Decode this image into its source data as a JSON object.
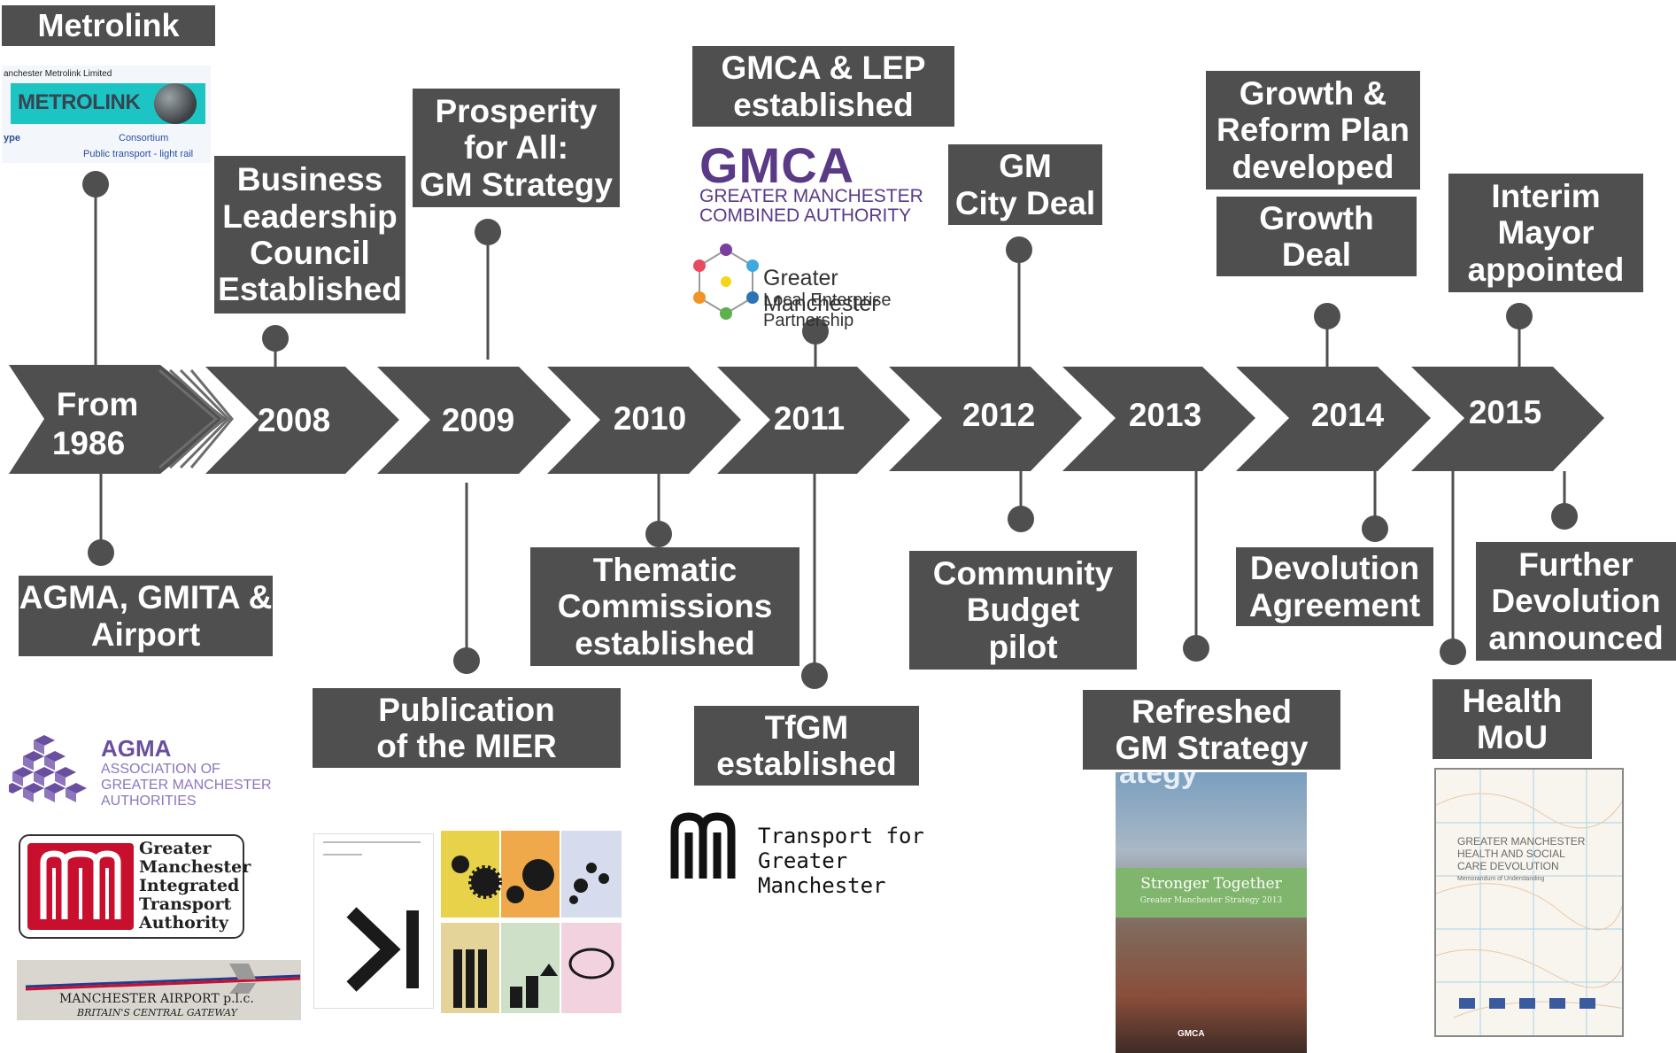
{
  "timeline": {
    "start": [
      "From",
      "1986"
    ],
    "years": [
      "2008",
      "2009",
      "2010",
      "2011",
      "2012",
      "2013",
      "2014",
      "2015"
    ]
  },
  "events_above": {
    "metrolink": "Metrolink",
    "business_leadership": [
      "Business",
      "Leadership",
      "Council",
      "Established"
    ],
    "prosperity": [
      "Prosperity",
      "for All:",
      "GM Strategy"
    ],
    "gmca_lep": [
      "GMCA & LEP",
      "established"
    ],
    "city_deal": [
      "GM",
      "City Deal"
    ],
    "growth_reform": [
      "Growth &",
      "Reform Plan",
      "developed"
    ],
    "growth_deal": [
      "Growth",
      "Deal"
    ],
    "interim_mayor": [
      "Interim",
      "Mayor",
      "appointed"
    ]
  },
  "events_below": {
    "agma": [
      "AGMA, GMITA &",
      "Airport"
    ],
    "mier": [
      "Publication",
      "of the MIER"
    ],
    "thematic": [
      "Thematic",
      "Commissions",
      "established"
    ],
    "tfgm": [
      "TfGM",
      "established"
    ],
    "community_budget": [
      "Community",
      "Budget",
      "pilot"
    ],
    "refreshed": [
      "Refreshed",
      "GM Strategy"
    ],
    "devolution_agreement": [
      "Devolution",
      "Agreement"
    ],
    "health_mou": [
      "Health",
      "MoU"
    ],
    "further_devolution": [
      "Further",
      "Devolution",
      "announced"
    ]
  },
  "logos": {
    "metrolink": {
      "top_text": "anchester Metrolink Limited",
      "word": "METROLINK",
      "row1_label": "ype",
      "row1_value": "Consortium",
      "row2_value": "Public transport - light rail"
    },
    "gmca": {
      "word": "GMCA",
      "line1": "GREATER MANCHESTER",
      "line2": "COMBINED AUTHORITY"
    },
    "lep": {
      "line1": "Greater Manchester",
      "line2": "Local Enterprise Partnership"
    },
    "agma": {
      "word": "AGMA",
      "line1": "ASSOCIATION OF",
      "line2": "GREATER MANCHESTER",
      "line3": "AUTHORITIES"
    },
    "gmita": [
      "Greater",
      "Manchester",
      "Integrated",
      "Transport",
      "Authority"
    ],
    "airport": {
      "line1": "MANCHESTER AIRPORT p.l.c.",
      "line2": "BRITAIN'S CENTRAL GATEWAY"
    },
    "tfgm": {
      "line1": "Transport for",
      "line2": "Greater Manchester"
    },
    "strategy_cover": {
      "top": "ategy",
      "title": "Stronger Together",
      "subtitle": "Greater Manchester Strategy 2013",
      "footer": "GMCA"
    },
    "health_cover": {
      "line1": "GREATER MANCHESTER",
      "line2": "HEALTH AND SOCIAL",
      "line3": "CARE DEVOLUTION",
      "line4": "Memorandum of Understanding"
    }
  },
  "colors": {
    "box": "#4f4f4f",
    "arrow": "#4f4f4f",
    "gmca_purple": "#5a3a86",
    "metrolink_teal": "#1cc4c4",
    "gmita_red": "#c8102e"
  }
}
